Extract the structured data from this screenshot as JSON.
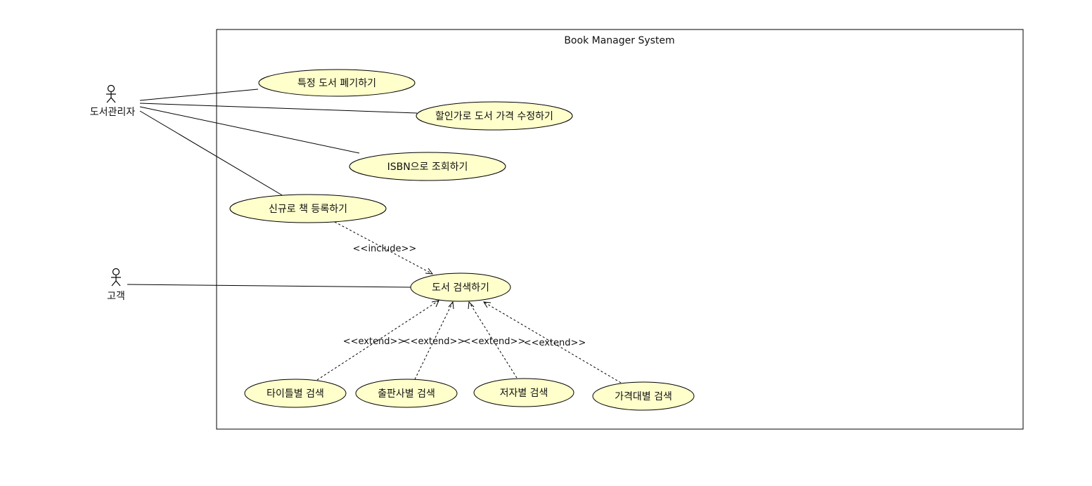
{
  "system": {
    "title": "Book Manager System"
  },
  "actors": {
    "librarian": "도서관리자",
    "customer": "고객"
  },
  "use_cases": {
    "dispose": "특정 도서 폐기하기",
    "discount": "할인가로 도서 가격 수정하기",
    "isbn": "ISBN으로 조회하기",
    "register": "신규로 책 등록하기",
    "search": "도서 검색하기",
    "by_title": "타이틀별 검색",
    "by_publisher": "출판사별 검색",
    "by_author": "저자별 검색",
    "by_price": "가격대별 검색"
  },
  "stereotypes": {
    "include": "<<include>>",
    "extend_title": "<<extend>>",
    "extend_publisher": "<<extend>>",
    "extend_author": "<<extend>>",
    "extend_price": "<<extend>>"
  }
}
